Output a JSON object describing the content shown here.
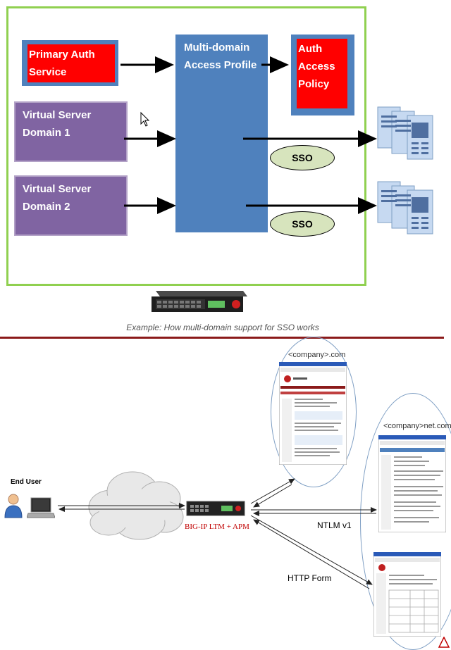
{
  "top_diagram": {
    "primary_auth": "Primary Auth Service",
    "multi_domain": "Multi-domain Access Profile",
    "auth_policy": "Auth Access Policy",
    "vs_domain1": "Virtual Server Domain 1",
    "vs_domain2": "Virtual Server Domain 2",
    "sso_1": "SSO",
    "sso_2": "SSO",
    "caption": "Example: How multi-domain support for SSO works"
  },
  "bottom_diagram": {
    "end_user": "End User",
    "bigip": "BIG-IP LTM + APM",
    "company_com": "<company>.com",
    "company_net": "<company>net.com",
    "ntlm": "NTLM v1",
    "http_form": "HTTP Form"
  },
  "colors": {
    "frame_green": "#90d050",
    "blue": "#4f81bd",
    "red": "#ff0000",
    "purple": "#8064a2",
    "sso_fill": "#d7e4bd",
    "divider": "#8b1a1a"
  }
}
